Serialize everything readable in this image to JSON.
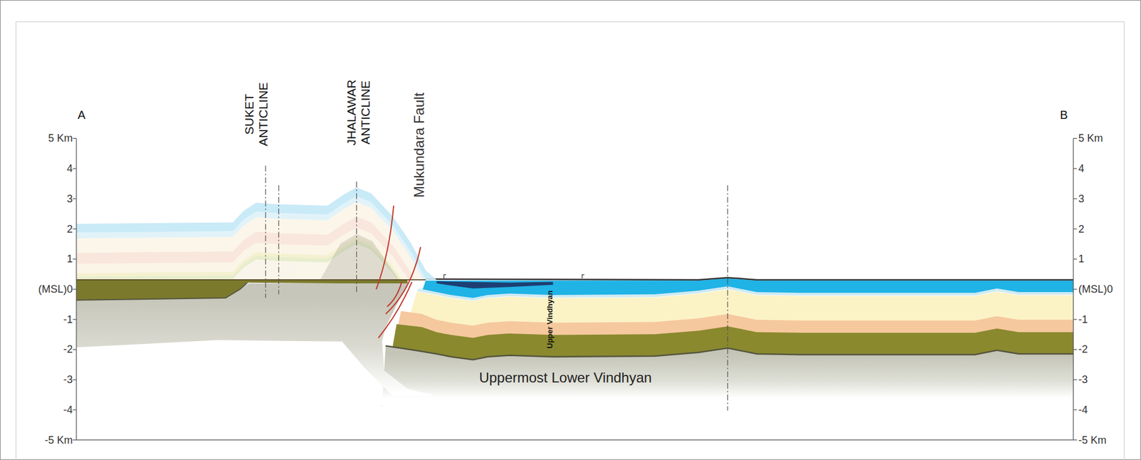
{
  "diagram": {
    "labels": [
      "A",
      "B",
      "SUKET ANTICLINE",
      "JHALAWAR ANTICLINE",
      "Mukundara Fault",
      "Upper Vindhyan",
      "Uppermost Lower Vindhyan",
      "5 Km",
      "4",
      "3",
      "2",
      "1",
      "(MSL)0",
      "-1",
      "-2",
      "-3",
      "-4",
      "-5 Km",
      "5 Km",
      "4",
      "3",
      "2",
      "1",
      "(MSL)0",
      "-1",
      "-2",
      "-3",
      "-4",
      "-5 Km"
    ]
  }
}
